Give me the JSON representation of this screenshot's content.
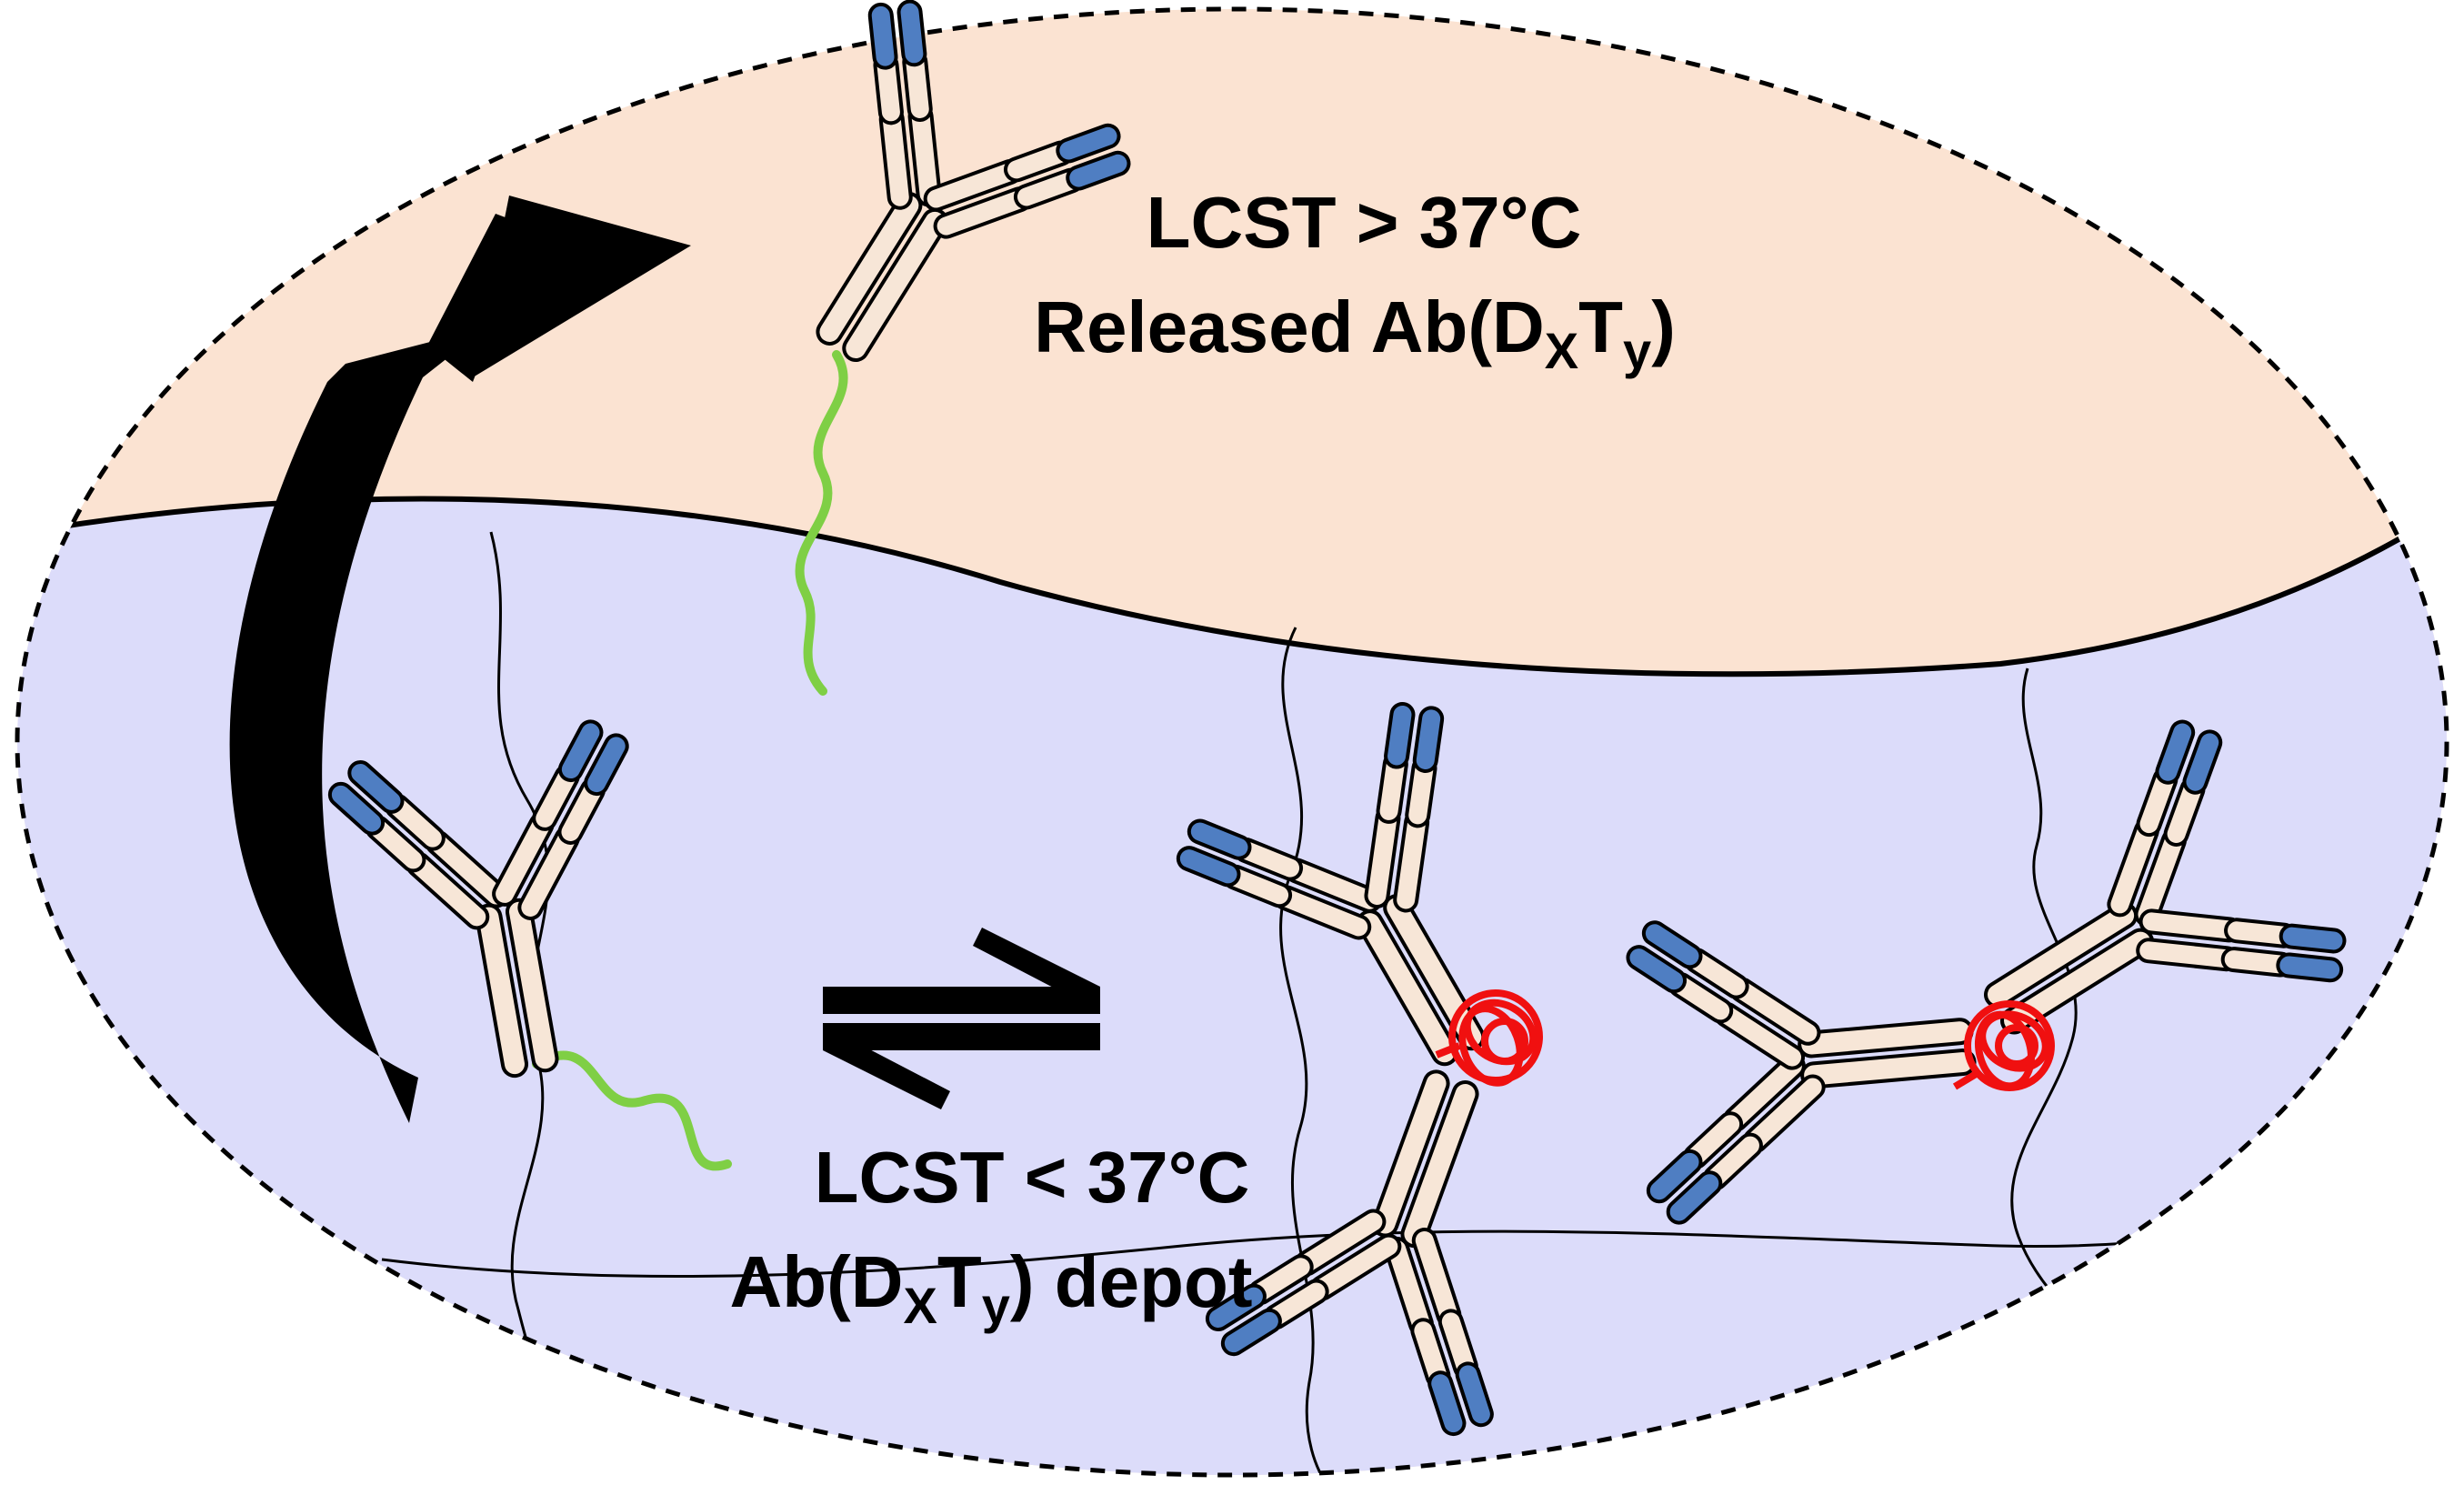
{
  "colors": {
    "upper_region": "#fbe3d2",
    "lower_region": "#dcdcfa",
    "antibody_body": "#f7e6d7",
    "antibody_tip": "#4f7ec2",
    "polymer_linker_extended": "#7fcf45",
    "polymer_linker_collapsed": "#f01010",
    "outline": "#000000"
  },
  "labels": {
    "upper_condition": "LCST > 37°C",
    "upper_state_prefix": "Released Ab(D",
    "upper_state_sub_x": "X",
    "upper_state_mid": "T",
    "upper_state_sub_y": "y",
    "upper_state_suffix": ")",
    "lower_condition": "LCST < 37°C",
    "lower_state_prefix": "Ab(D",
    "lower_state_sub_x": "X",
    "lower_state_mid": "T",
    "lower_state_sub_y": "y",
    "lower_state_suffix": ") depot"
  },
  "icons": {
    "release_arrow": "curved-arrow-up-right-icon",
    "equilibrium": "equilibrium-harpoons-icon"
  }
}
